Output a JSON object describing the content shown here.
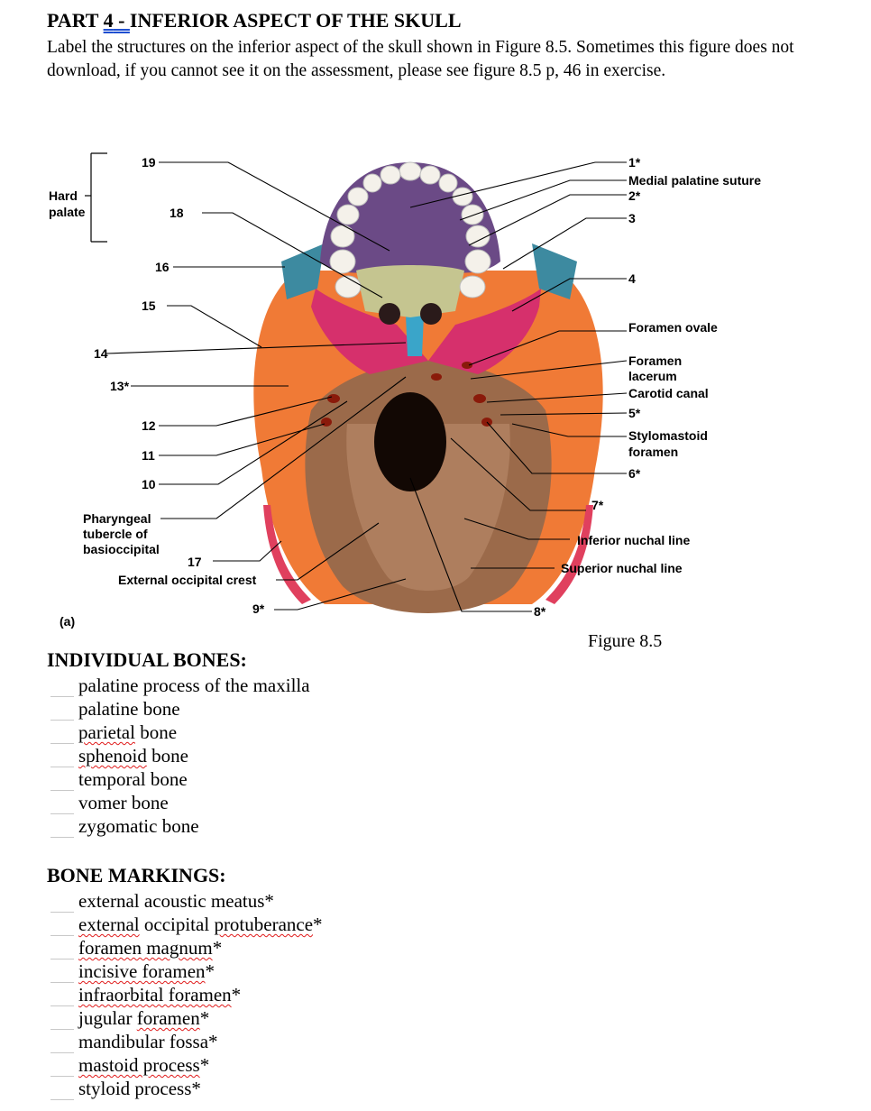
{
  "header": {
    "part_prefix": "PART",
    "part_number": "4",
    "part_dash": " - ",
    "part_title": "INFERIOR ASPECT OF THE SKULL",
    "instructions": "Label the structures on the inferior aspect of the skull shown in Figure 8.5. Sometimes this figure does not download, if you cannot see it on the assessment, please see figure 8.5 p, 46 in exercise."
  },
  "figure": {
    "caption": "Figure 8.5",
    "panel_label": "(a)",
    "bracket_label_line1": "Hard",
    "bracket_label_line2": "palate",
    "left_labels": {
      "n19": "19",
      "n18": "18",
      "n16": "16",
      "n15": "15",
      "n14": "14",
      "n13": "13*",
      "n12": "12",
      "n11": "11",
      "n10": "10",
      "pharyngeal_1": "Pharyngeal",
      "pharyngeal_2": "tubercle of",
      "pharyngeal_3": "basioccipital",
      "n17": "17",
      "ext_occ_crest": "External occipital crest",
      "n9": "9*"
    },
    "right_labels": {
      "n1": "1*",
      "medial_palatine": "Medial palatine suture",
      "n2": "2*",
      "n3": "3",
      "n4": "4",
      "foramen_ovale": "Foramen ovale",
      "foramen_lacerum_1": "Foramen",
      "foramen_lacerum_2": "lacerum",
      "carotid_canal": "Carotid canal",
      "n5": "5*",
      "stylomastoid_1": "Stylomastoid",
      "stylomastoid_2": "foramen",
      "n6": "6*",
      "n7": "7*",
      "inferior_nuchal": "Inferior nuchal line",
      "superior_nuchal": "Superior nuchal line",
      "n8": "8*"
    },
    "colors": {
      "maxilla": "#6b4a86",
      "palatine": "#c5c590",
      "sphenoid": "#d6306c",
      "vomer": "#3aa5c9",
      "temporal": "#f07a36",
      "occipital": "#9b6a4a",
      "zygomatic": "#3d8aa0",
      "parietal": "#e0405e"
    }
  },
  "individual_bones": {
    "heading": "INDIVIDUAL BONES:",
    "items": [
      {
        "pre": "",
        "sq": "",
        "post": "palatine process of the maxilla"
      },
      {
        "pre": "",
        "sq": "",
        "post": "palatine bone"
      },
      {
        "pre": "",
        "sq": "parietal",
        "post": " bone"
      },
      {
        "pre": "",
        "sq": "sphenoid",
        "post": " bone"
      },
      {
        "pre": "",
        "sq": "",
        "post": "temporal bone"
      },
      {
        "pre": "",
        "sq": "",
        "post": "vomer bone"
      },
      {
        "pre": "",
        "sq": "",
        "post": "zygomatic bone"
      }
    ]
  },
  "bone_markings": {
    "heading": "BONE MARKINGS:",
    "items": [
      {
        "a": "",
        "s1": "",
        "b": "external acoustic meatus*",
        "s2": "",
        "c": ""
      },
      {
        "a": "",
        "s1": "external",
        "b": " occipital ",
        "s2": "protuberance",
        "c": "*"
      },
      {
        "a": "",
        "s1": "foramen magnum",
        "b": "*",
        "s2": "",
        "c": ""
      },
      {
        "a": "",
        "s1": "incisive foramen",
        "b": "*",
        "s2": "",
        "c": ""
      },
      {
        "a": "",
        "s1": "infraorbital foramen",
        "b": "*",
        "s2": "",
        "c": ""
      },
      {
        "a": "jugular ",
        "s1": "foramen",
        "b": "*",
        "s2": "",
        "c": ""
      },
      {
        "a": "",
        "s1": "",
        "b": "mandibular fossa*",
        "s2": "",
        "c": ""
      },
      {
        "a": "",
        "s1": "mastoid process",
        "b": "*",
        "s2": "",
        "c": ""
      },
      {
        "a": "",
        "s1": "",
        "b": "styloid process*",
        "s2": "",
        "c": ""
      }
    ]
  }
}
